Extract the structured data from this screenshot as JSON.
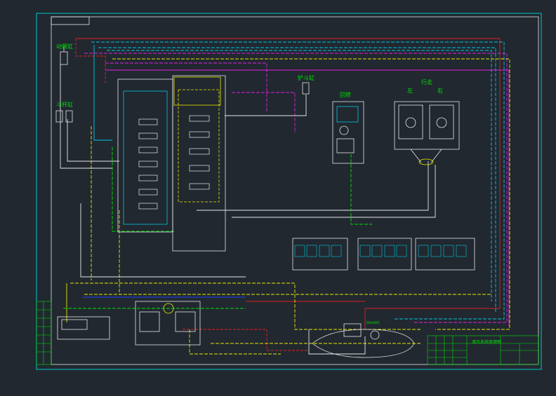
{
  "drawing": {
    "background": "#212830",
    "labels": {
      "boom_cylinder": "动臂缸",
      "arm_cylinder": "斗杆缸",
      "bucket_cylinder": "铲斗缸",
      "swing": "回转",
      "travel": "行走",
      "left": "左",
      "right": "右",
      "breaker": "BREAKER",
      "title_block_name": "液压系统原理图"
    },
    "palette": {
      "frame": "#00c8c8",
      "red": "#e02020",
      "yellow": "#e8e800",
      "cyan": "#00c8e0",
      "magenta": "#e020e0",
      "white": "#e8e8e8",
      "green": "#00e000",
      "blue": "#2040ff"
    }
  }
}
